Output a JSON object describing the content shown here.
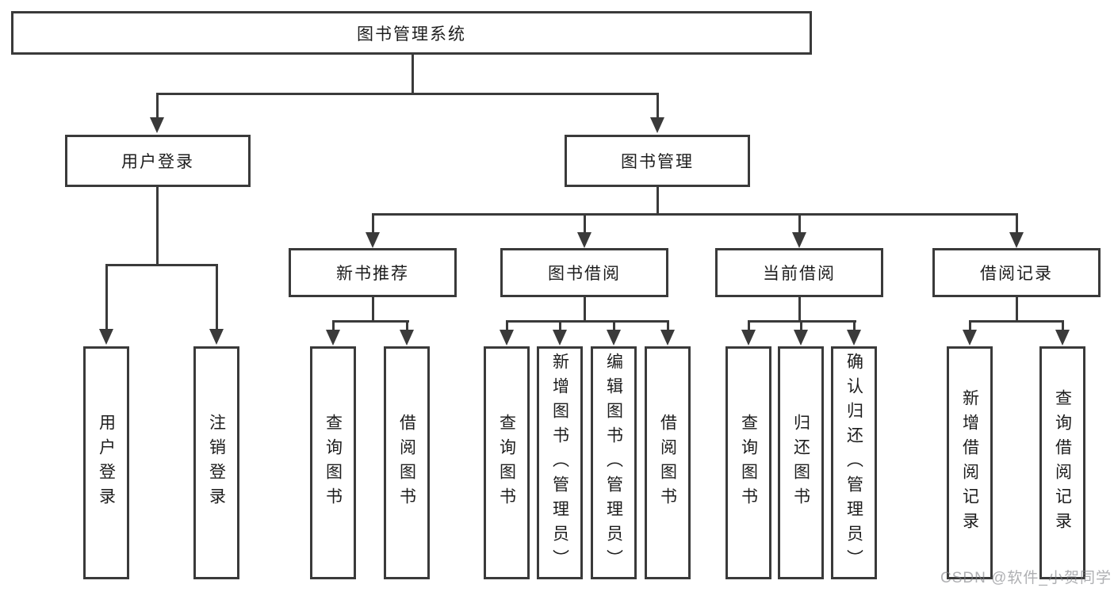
{
  "diagram": {
    "root": "图书管理系统",
    "nodes": {
      "user_login": "用户登录",
      "book_mgmt": "图书管理",
      "new_books": "新书推荐",
      "borrowing": "图书借阅",
      "current": "当前借阅",
      "records": "借阅记录"
    },
    "leaves": {
      "login": [
        "用户登录",
        "注销登录"
      ],
      "new_books": [
        "查询图书",
        "借阅图书"
      ],
      "borrowing": [
        "查询图书",
        "新增图书（管理员）",
        "编辑图书（管理员）",
        "借阅图书"
      ],
      "current": [
        "查询图书",
        "归还图书",
        "确认归还（管理员）"
      ],
      "records": [
        "新增借阅记录",
        "查询借阅记录"
      ]
    },
    "watermark": "CSDN @软件_小贺同学",
    "colors": {
      "line": "#3a3a3a",
      "text": "#1d1d1d",
      "watermark": "#7d7e83",
      "background": "#ffffff"
    }
  }
}
